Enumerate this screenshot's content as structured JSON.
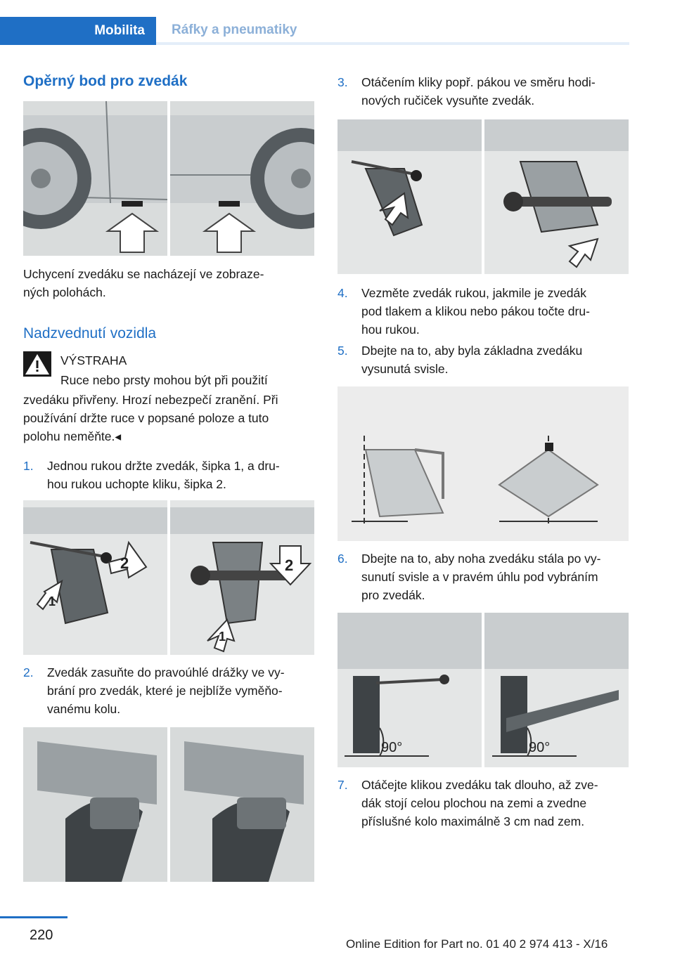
{
  "header": {
    "tab_active": "Mobilita",
    "tab_inactive": "Ráfky a pneumatiky"
  },
  "left": {
    "title1": "Opěrný bod pro zvedák",
    "caption1": "Uchycení zvedáku se nacházejí ve zobraze-\nných polohách.",
    "title2": "Nadzvednutí vozidla",
    "warning_label": "VÝSTRAHA",
    "warning_line1": "Ruce nebo prsty mohou být při použití",
    "warning_rest": "zvedáku přivřeny. Hrozí nebezpečí zranění. Při\npoužívání držte ruce v popsané poloze a tuto\npolohu neměňte.◂",
    "steps": [
      {
        "num": "1.",
        "text": "Jednou rukou držte zvedák, šipka 1, a dru-\nhou rukou uchopte kliku, šipka 2."
      },
      {
        "num": "2.",
        "text": "Zvedák zasuňte do pravoúhlé drážky ve vy-\nbrání pro zvedák, které je nejblíže vyměňo-\nvanému kolu."
      }
    ],
    "arrow_labels": [
      "1",
      "2"
    ]
  },
  "right": {
    "steps": [
      {
        "num": "3.",
        "text": "Otáčením kliky popř. pákou ve směru hodi-\nnových ručiček vysuňte zvedák."
      },
      {
        "num": "4.",
        "text": "Vezměte zvedák rukou, jakmile je zvedák\npod tlakem a klikou nebo pákou točte dru-\nhou rukou."
      },
      {
        "num": "5.",
        "text": "Dbejte na to, aby byla základna zvedáku\nvysunutá svisle."
      },
      {
        "num": "6.",
        "text": "Dbejte na to, aby noha zvedáku stála po vy-\nsunutí svisle a v pravém úhlu pod vybráním\npro zvedák."
      },
      {
        "num": "7.",
        "text": "Otáčejte klikou zvedáku tak dlouho, až zve-\ndák stojí celou plochou na zemi a zvedne\npříslušné kolo maximálně 3 cm nad zem."
      }
    ],
    "angle_label": "90°"
  },
  "footer": {
    "page_number": "220",
    "edition": "Online Edition for Part no. 01 40 2 974 413 - X/16",
    "watermark": "Online Edition for Part no. 01 40 2 974 413 - X/16"
  },
  "colors": {
    "accent": "#1f6fc5",
    "figure_bg": "#e9eaea"
  }
}
